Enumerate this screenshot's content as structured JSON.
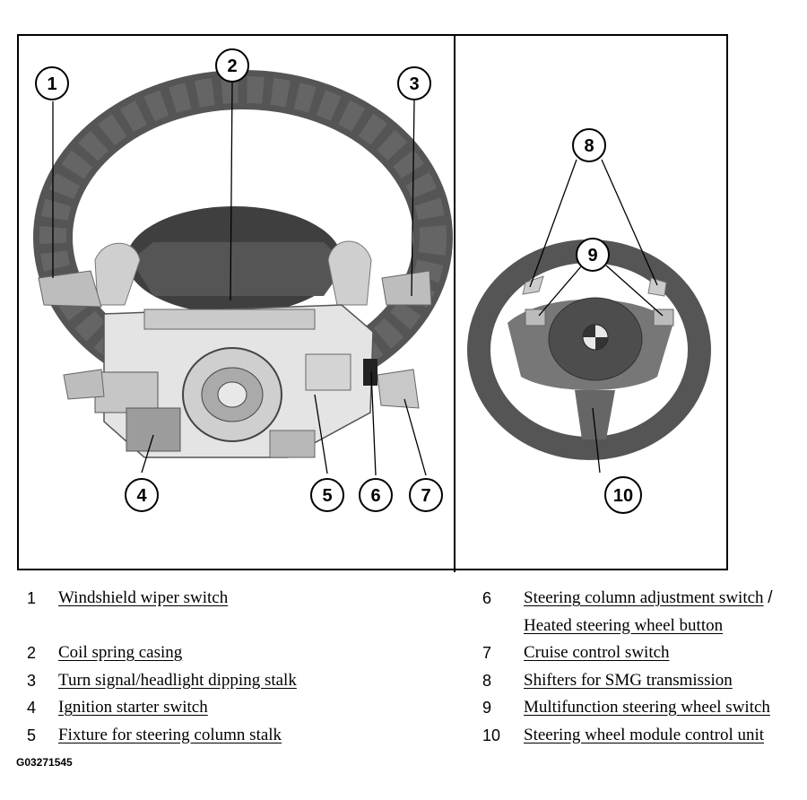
{
  "figure_id": "G03271545",
  "callouts": [
    "1",
    "2",
    "3",
    "4",
    "5",
    "6",
    "7",
    "8",
    "9",
    "10"
  ],
  "legend_left": [
    {
      "num": "1",
      "label": "Windshield wiper switch"
    },
    {
      "num": "2",
      "label": "Coil spring casing"
    },
    {
      "num": "3",
      "label": "Turn signal/headlight dipping stalk"
    },
    {
      "num": "4",
      "label": "Ignition starter switch"
    },
    {
      "num": "5",
      "label": "Fixture for steering column stalk"
    }
  ],
  "legend_right": [
    {
      "num": "6",
      "label": "Steering column adjustment switch",
      "separator": "/",
      "label2": "Heated steering wheel button"
    },
    {
      "num": "7",
      "label": "Cruise control switch"
    },
    {
      "num": "8",
      "label": "Shifters for SMG transmission"
    },
    {
      "num": "9",
      "label": "Multifunction steering wheel switch"
    },
    {
      "num": "10",
      "label": "Steering wheel module control unit"
    }
  ],
  "colors": {
    "wheel_dark": "#5a5a5a",
    "wheel_mid": "#8a8a8a",
    "part_light": "#d6d6d6",
    "part_gray": "#b8b8b8"
  }
}
